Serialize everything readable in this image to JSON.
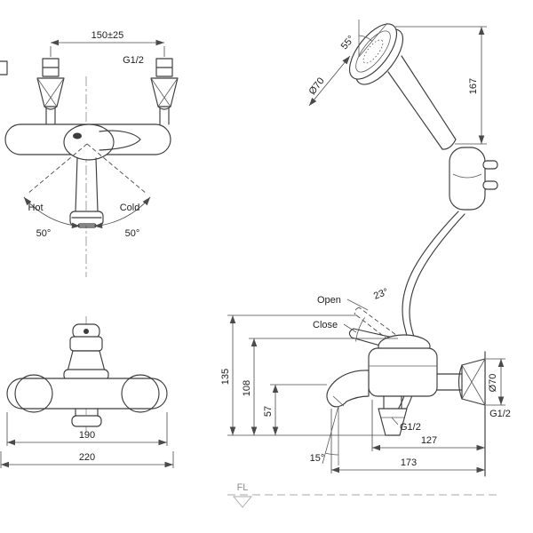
{
  "meta": {
    "background": "#ffffff",
    "line_color": "#3c3c3c",
    "dim_color": "#4a4a4a",
    "muted_color": "#8f8f8f"
  },
  "front_view": {
    "dim_spread": "150±25",
    "thread": "G1/2",
    "hot": "Hot",
    "cold": "Cold",
    "swing_left": "50°",
    "swing_right": "50°"
  },
  "shower_view": {
    "head_tilt": "55°",
    "head_dia": "Ø70",
    "length": "167"
  },
  "front_view_lower": {
    "dim_body": "190",
    "dim_overall": "220"
  },
  "side_view": {
    "open": "Open",
    "close": "Close",
    "lever_angle": "23°",
    "h_total": "135",
    "h_body": "108",
    "h_spout": "57",
    "esc_dia": "Ø70",
    "wall_thread": "G1/2",
    "outlet_thread": "G1/2",
    "d_body": "127",
    "d_total": "173",
    "spout_angle": "15°"
  },
  "floor": {
    "label": "FL"
  }
}
